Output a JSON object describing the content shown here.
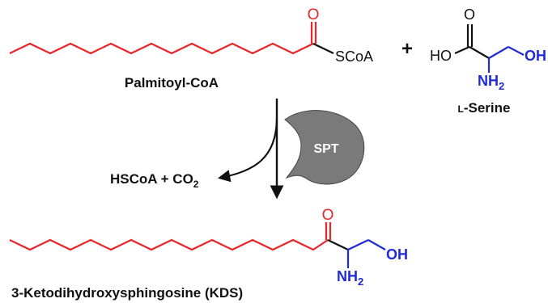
{
  "colors": {
    "chain": "#e8262a",
    "amine": "#1f2bd6",
    "black": "#111111",
    "enzyme": "#7a7a7a"
  },
  "reactant1": {
    "carbonyl_o": "O",
    "thioester": "SCoA",
    "name": "Palmitoyl-CoA"
  },
  "plus": "+",
  "reactant2": {
    "carbonyl_o": "O",
    "acid": "HO",
    "hydroxyl": "OH",
    "amine": "NH",
    "amine_sub": "2",
    "name_prefix": "L",
    "name_rest": "-Serine"
  },
  "enzyme": {
    "label": "SPT"
  },
  "byproduct": {
    "text": "HSCoA + CO",
    "sub": "2"
  },
  "product": {
    "carbonyl_o": "O",
    "hydroxyl": "OH",
    "amine": "NH",
    "amine_sub": "2",
    "name": "3-Ketodihydroxysphingosine (KDS)"
  }
}
